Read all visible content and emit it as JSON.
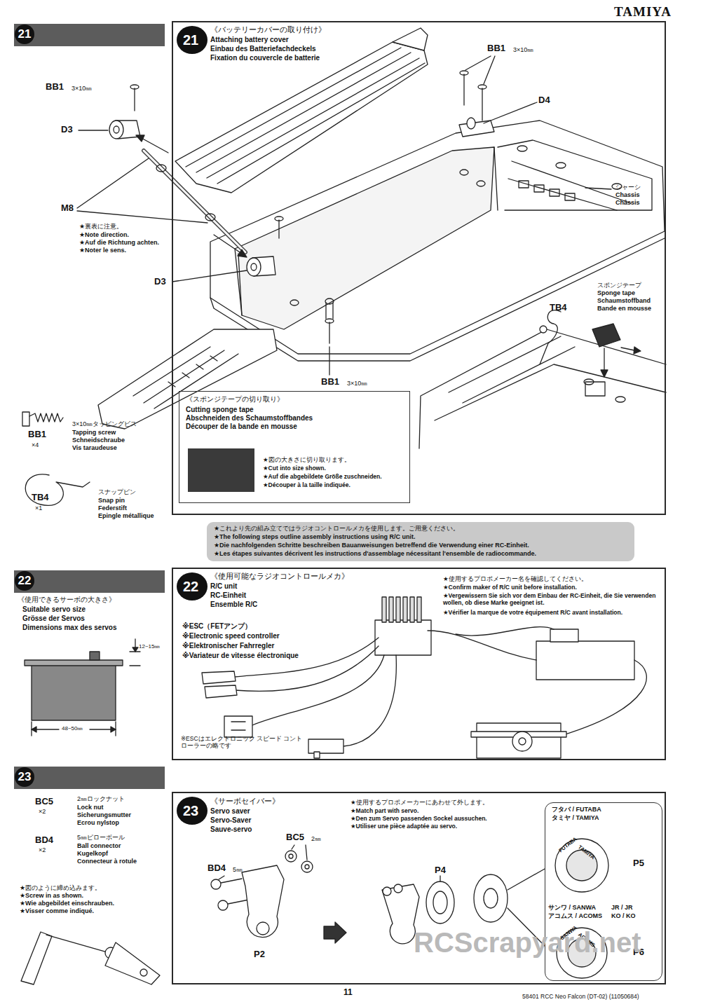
{
  "diagram": {
    "nodes": [
      {
        "text": [
          "21"
        ]
      },
      {
        "text": [
          "《バッテリーカバーの取り付け》",
          "Attaching battery cover",
          "Einbau des Batteriefachdeckels",
          "Fixation du couvercle de batterie"
        ]
      },
      {
        "text": [
          "21"
        ],
        "in": 1
      },
      {
        "text": [
          "《スポンジテープの切り取り》",
          "Cutting sponge tape",
          "Abschneiden des Schaumstoffbandes",
          "Découper de la bande en mousse",
          "★図の大きさに切り取ります。",
          "★Cut into size shown.",
          "★Auf die abgebildete Größe zuschneiden.",
          "★Découper à la taille indiquée."
        ],
        "in": 1
      },
      {
        "text": [
          "★これより先の組み立てではラジオコントロールメカを使用します。ご用意ください。",
          "★The following steps outline assembly instructions using R/C unit.",
          "★Die nachfolgenden Schritte beschreiben Bauanweisungen betreffend die Verwendung einer RC-Einheit.",
          "★Les étapes suivantes décrivent les instructions d'assemblage nécessitant l'ensemble de radiocommande."
        ]
      },
      {
        "text": [
          "22"
        ]
      },
      {
        "text": [
          "《使用可能なラジオコントロールメカ》",
          "R/C unit",
          "RC-Einheit",
          "Ensemble R/C"
        ]
      },
      {
        "text": [
          "22"
        ],
        "in": 6
      },
      {
        "text": [
          "23"
        ]
      },
      {
        "text": [
          "《サーボセイバー》",
          "Servo saver",
          "Servo-Saver",
          "Sauve-servo"
        ]
      },
      {
        "text": [
          "23"
        ],
        "in": 9
      },
      {
        "text": [
          "フタバ / FUTABA",
          "タミヤ / TAMIYA",
          "P5",
          "サンワ / SANWA",
          "アコムス / ACOMS",
          "JR / JR",
          "KO / KO",
          "P6"
        ],
        "in": 9
      }
    ],
    "labels": [
      "TAMIYA",
      "BB1",
      "3×10㎜",
      "D3",
      "M8",
      "★裏表に注意。",
      "★Note direction.",
      "★Auf die Richtung achten.",
      "★Noter le sens.",
      "D3",
      "BB1",
      "3×10㎜",
      "D4",
      "シャーシ",
      "Chassis",
      "Châssis",
      "スポンジテープ",
      "Sponge tape",
      "Schaumstoffband",
      "Bande en mousse",
      "TB4",
      "BB1",
      "3×10㎜",
      "BB1",
      "×4",
      "3×10㎜タッピングビス",
      "Tapping screw",
      "Schneidschraube",
      "Vis taraudeuse",
      "TB4",
      "×1",
      "スナップピン",
      "Snap pin",
      "Federstift",
      "Epingle métallique",
      "《使用できるサーボの大きさ》",
      "Suitable servo size",
      "Grösse der Servos",
      "Dimensions max des servos",
      "12~15㎜",
      "48~50㎜",
      "※ESC（FETアンプ）",
      "※Electronic speed controller",
      "※Elektronischer Fahrregler",
      "※Variateur de vitesse électronique",
      "★使用するプロポメーカー名を確認してください。",
      "★Confirm maker of R/C unit before installation.",
      "★Vergewissern Sie sich vor dem Einbau der RC-Einheit, die Sie verwenden wollen, ob diese Marke geeignet ist.",
      "★Vérifier la marque de votre équipement R/C avant installation.",
      "※ESCはエレクトロニック スピード コントローラーの略です",
      "BC5",
      "×2",
      "2㎜ロックナット",
      "Lock nut",
      "Sicherungsmutter",
      "Ecrou nylstop",
      "BD4",
      "×2",
      "5㎜ピローボール",
      "Ball connector",
      "Kugelkopf",
      "Connecteur à rotule",
      "★図のように締め込みます。",
      "★Screw in as shown.",
      "★Wie abgebildet einschrauben.",
      "★Visser comme indiqué.",
      "BD4",
      "5㎜",
      "BC5",
      "2㎜",
      "P2",
      "P4",
      "★使用するプロポメーカーにあわせて外します。",
      "★Match part with servo.",
      "★Den zum Servo passenden Sockel aussuchen.",
      "★Utiliser une pièce adaptée au servo.",
      "FUTABA",
      "TAMIYA",
      "SANWA",
      "ACOMS",
      "11",
      "58401 RCC Neo Falcon (DT-02) (11050684)",
      "RCScrapyard.net"
    ]
  }
}
